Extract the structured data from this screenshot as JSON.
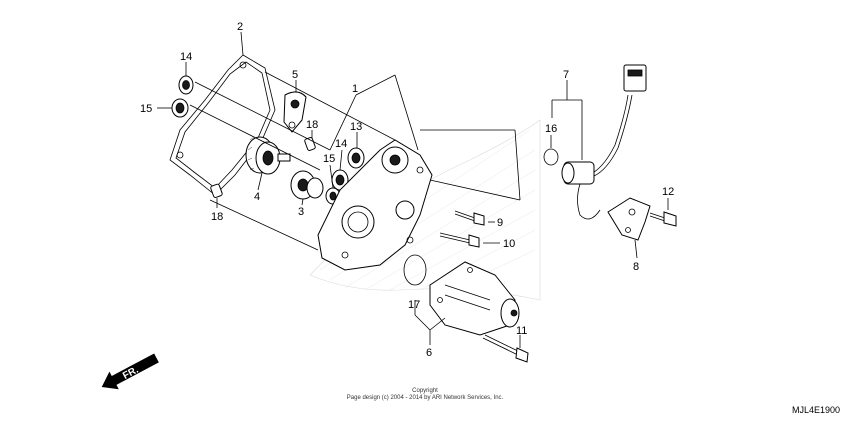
{
  "callouts": [
    {
      "id": "c1",
      "label": "1"
    },
    {
      "id": "c2",
      "label": "2"
    },
    {
      "id": "c3",
      "label": "3"
    },
    {
      "id": "c4",
      "label": "4"
    },
    {
      "id": "c5",
      "label": "5"
    },
    {
      "id": "c6",
      "label": "6"
    },
    {
      "id": "c7",
      "label": "7"
    },
    {
      "id": "c8",
      "label": "8"
    },
    {
      "id": "c9",
      "label": "9"
    },
    {
      "id": "c10",
      "label": "10"
    },
    {
      "id": "c11",
      "label": "11"
    },
    {
      "id": "c12",
      "label": "12"
    },
    {
      "id": "c13",
      "label": "13"
    },
    {
      "id": "c14a",
      "label": "14"
    },
    {
      "id": "c14b",
      "label": "14"
    },
    {
      "id": "c15a",
      "label": "15"
    },
    {
      "id": "c15b",
      "label": "15"
    },
    {
      "id": "c16",
      "label": "16"
    },
    {
      "id": "c17",
      "label": "17"
    },
    {
      "id": "c18a",
      "label": "18"
    },
    {
      "id": "c18b",
      "label": "18"
    }
  ],
  "front_marker": "FR.",
  "copyright": {
    "line1": "Copyright",
    "line2": "Page design (c) 2004 - 2014 by ARI Network Services, Inc."
  },
  "diagram_code": "MJL4E1900"
}
